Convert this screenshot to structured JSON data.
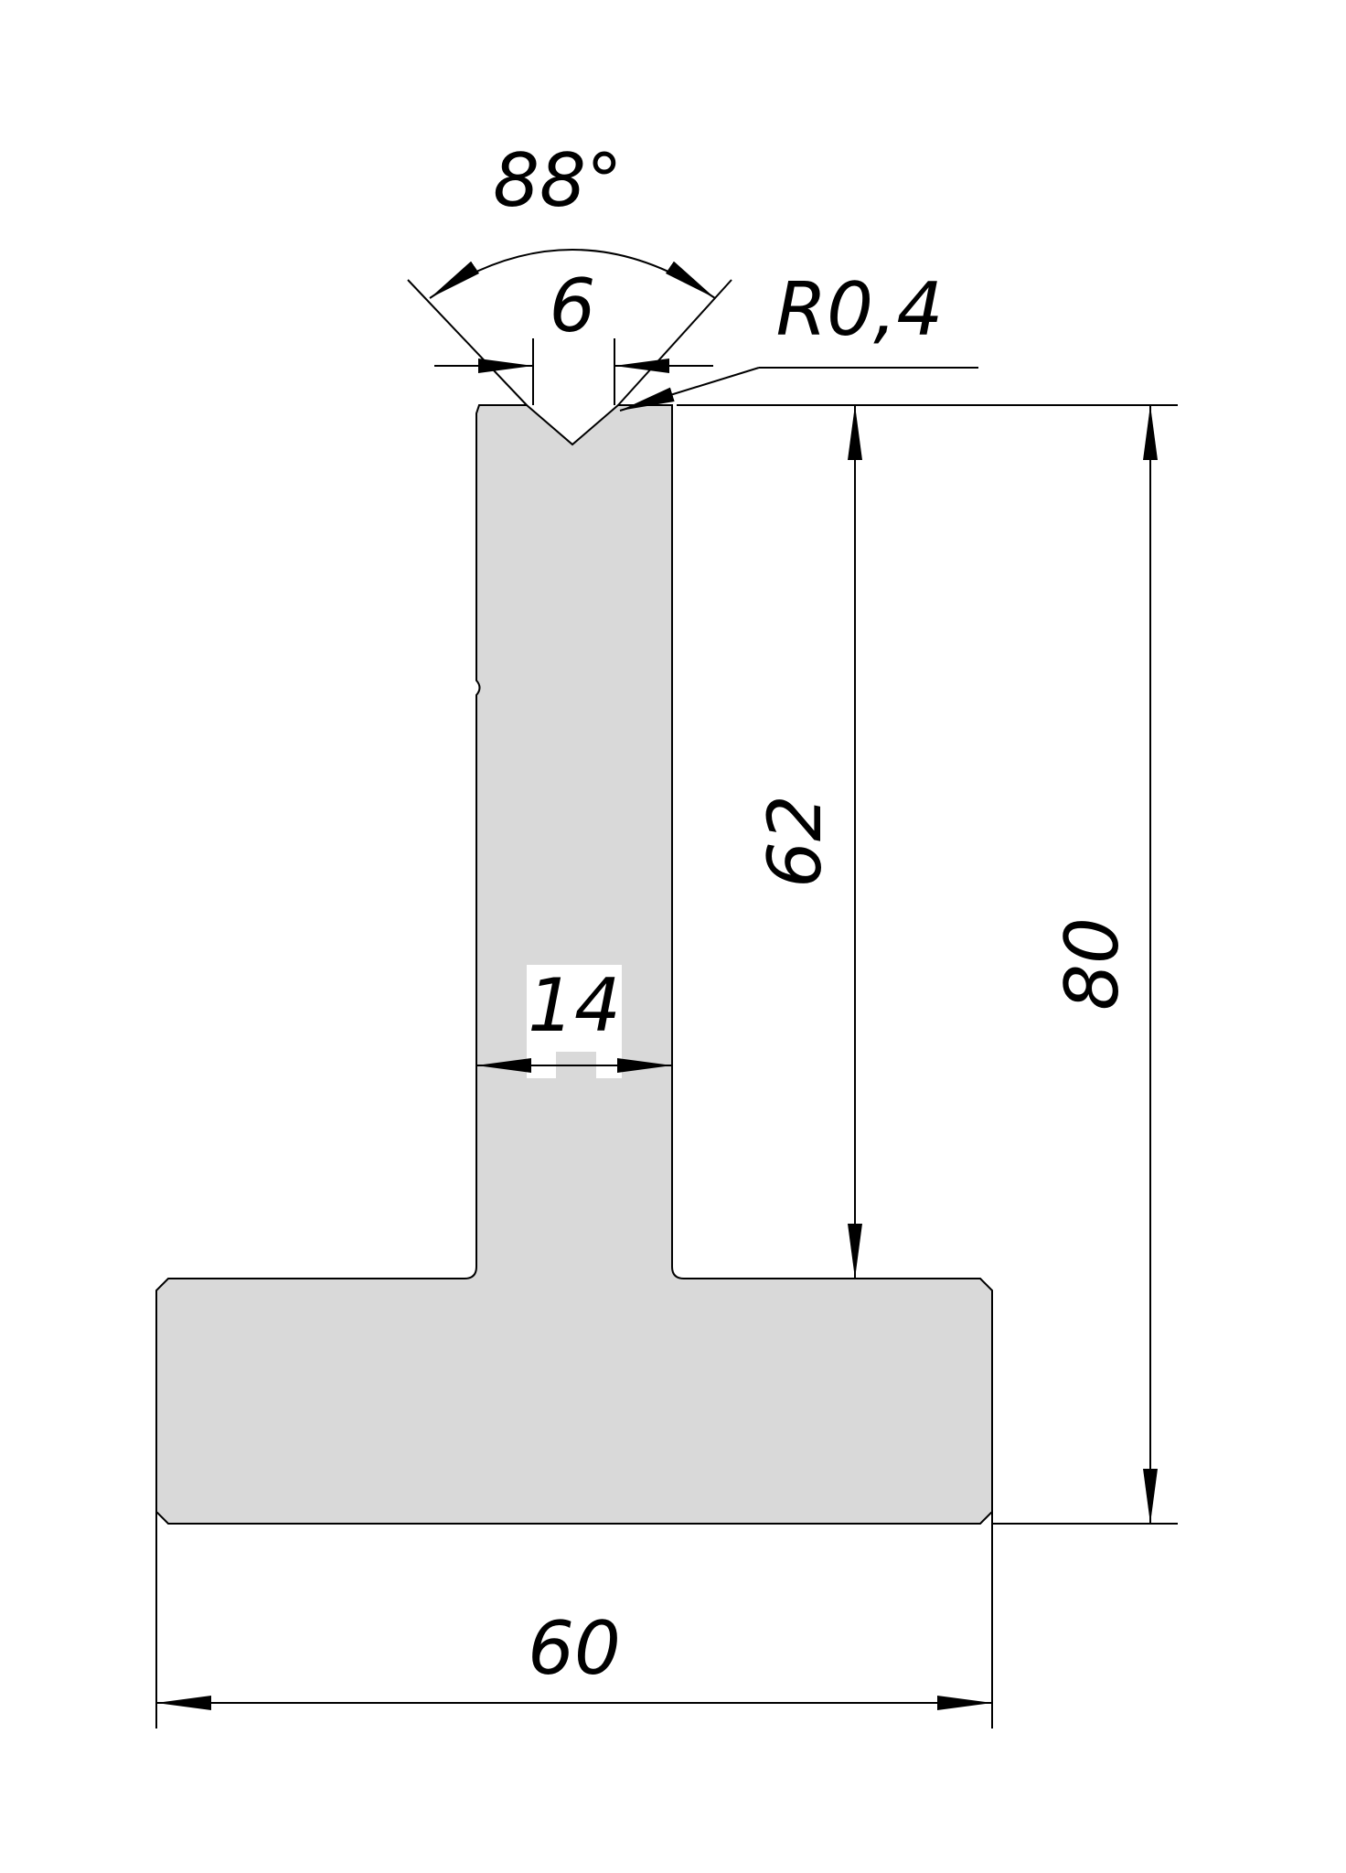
{
  "drawing": {
    "colors": {
      "profile_fill": "#d9d9d9",
      "line": "#000000",
      "background": "#ffffff"
    },
    "dimensions": {
      "angle": "88°",
      "v_opening": "6",
      "radius": "R0,4",
      "working_height": "62",
      "total_height": "80",
      "web_width": "14",
      "base_width": "60"
    }
  }
}
